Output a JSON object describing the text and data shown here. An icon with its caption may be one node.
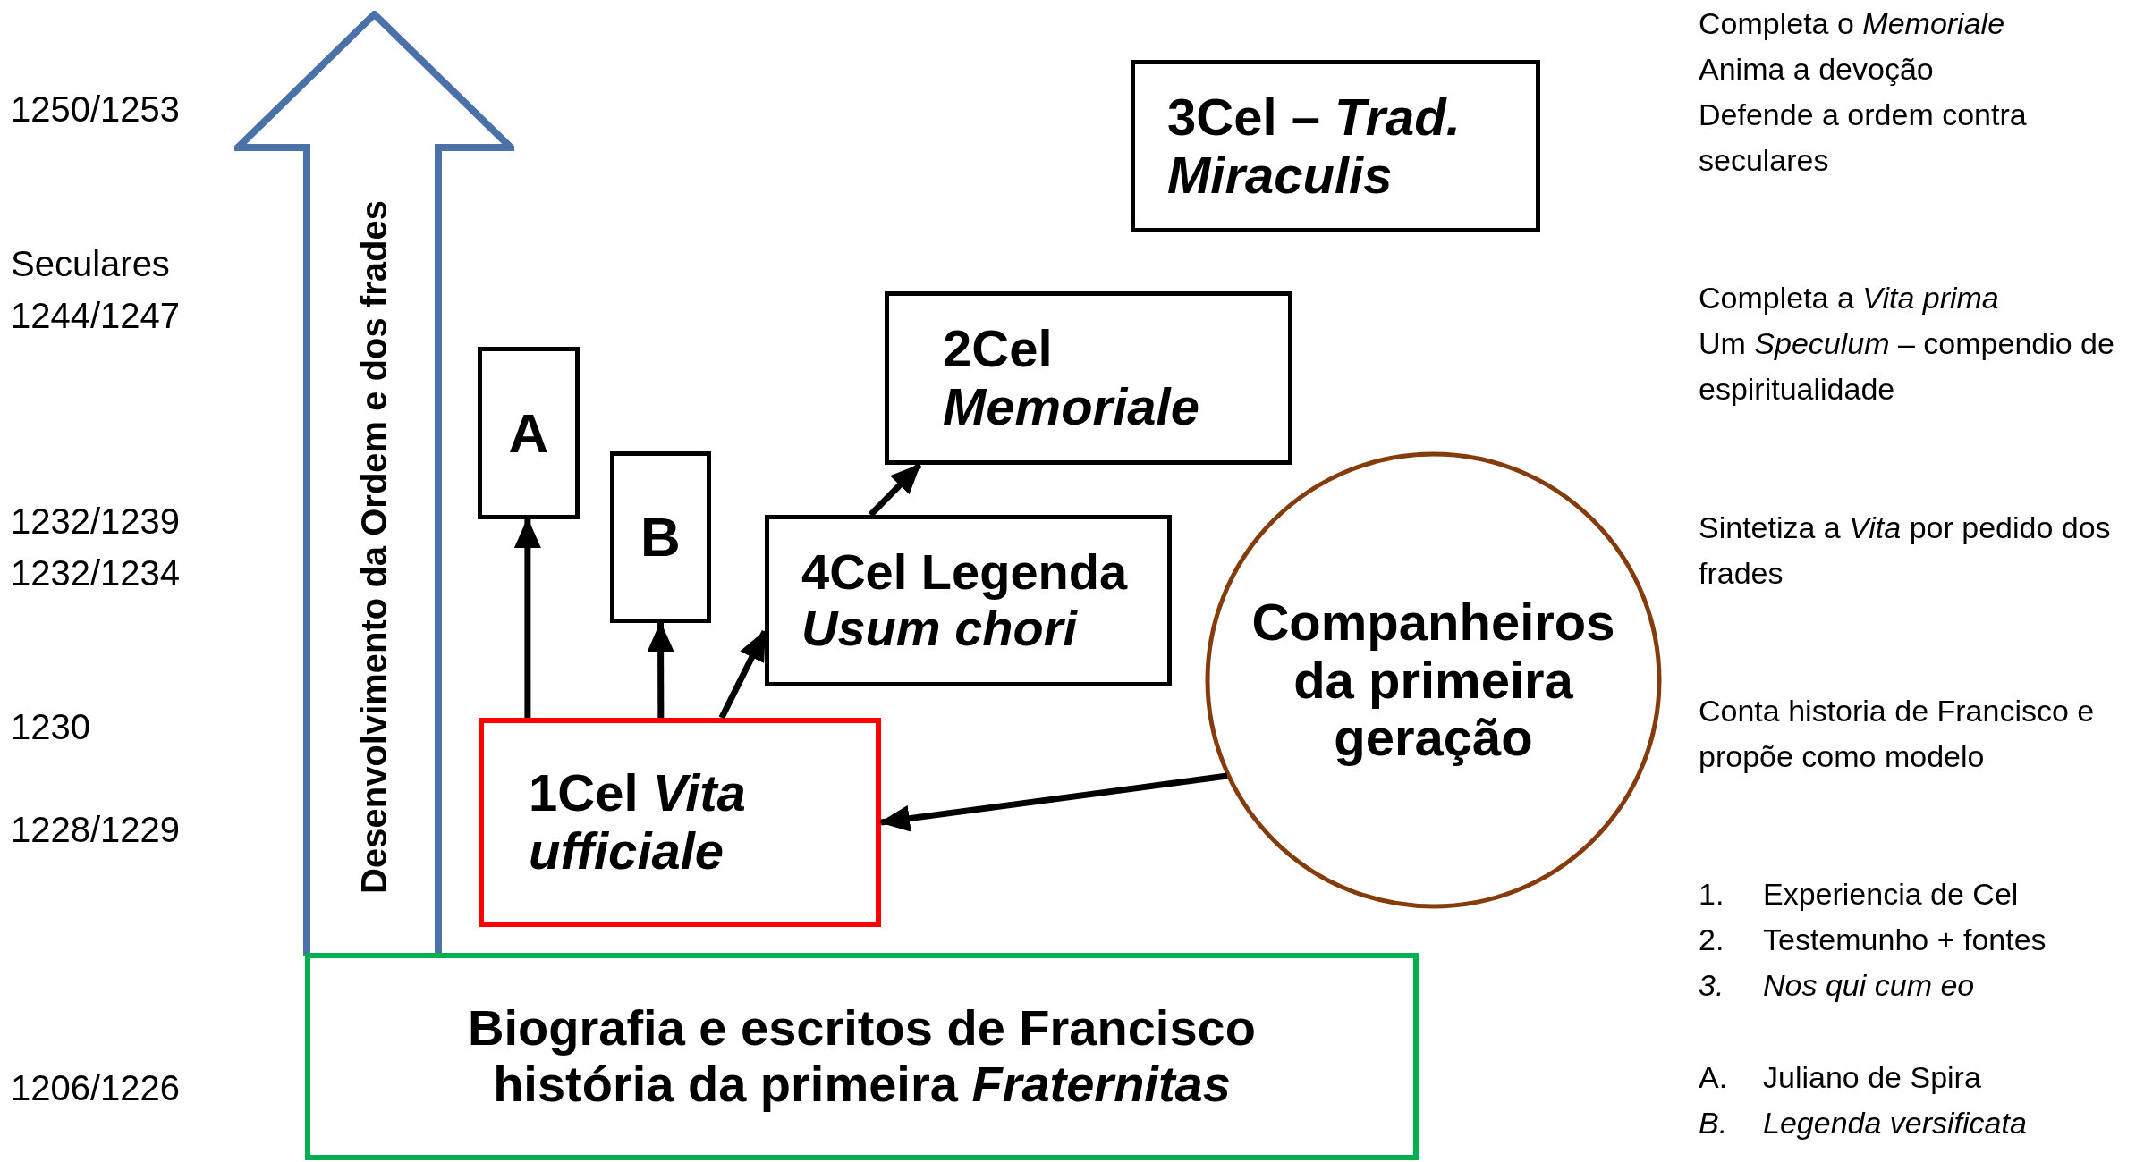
{
  "diagram": {
    "nodes": [
      {
        "text": [
          "Desenvolvimento da Ordem e dos frades"
        ]
      },
      {
        "text": [
          "A"
        ]
      },
      {
        "text": [
          "B"
        ]
      },
      {
        "text": [
          "2Cel *Memoriale*"
        ]
      },
      {
        "text": [
          "3Cel – *Trad. Miraculis*"
        ]
      },
      {
        "text": [
          "4Cel Legenda *Usum chori*"
        ]
      },
      {
        "text": [
          "1Cel *Vita ufficiale*"
        ]
      },
      {
        "text": [
          "Companheiros da primeira geração"
        ]
      },
      {
        "text": [
          "Biografia e escritos de Francisco história da primeira *Fraternitas*"
        ]
      }
    ],
    "edges": [
      {
        "from": 6,
        "to": 1,
        "arrow": "to"
      },
      {
        "from": 6,
        "to": 2,
        "arrow": "to"
      },
      {
        "from": 6,
        "to": 5,
        "arrow": "to"
      },
      {
        "from": 5,
        "to": 3,
        "arrow": "to"
      },
      {
        "from": 7,
        "to": 6,
        "arrow": "to"
      }
    ],
    "labels": [
      "1250/1253",
      "Seculares",
      "1244/1247",
      "1232/1239",
      "1232/1234",
      "1230",
      "1228/1229",
      "1206/1226",
      "Completa o *Memoriale*",
      "Anima a devoção",
      "Defende a ordem contra seculares",
      "Completa a *Vita prima*",
      "Um *Speculum* – compendio de espiritualidade",
      "Sintetiza a *Vita* por pedido dos frades",
      "Conta historia de Francisco e propõe como modelo",
      "1.",
      "Experiencia de Cel",
      "2.",
      "Testemunho + fontes",
      "3.",
      "Nos qui cum eo",
      "A.",
      "Juliano de Spira",
      "B.",
      "Legenda versificata"
    ]
  }
}
